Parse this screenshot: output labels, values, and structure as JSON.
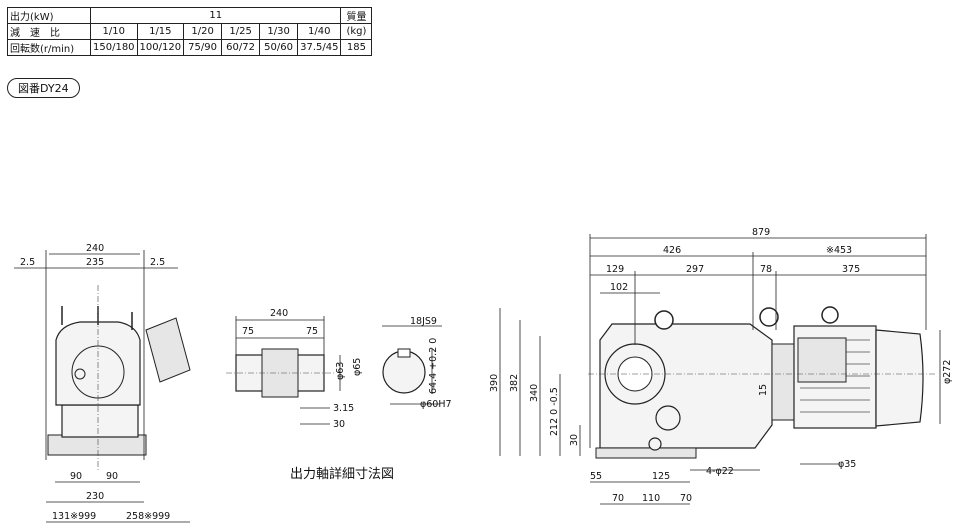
{
  "table": {
    "row1_label": "出力(kW)",
    "power": "11",
    "weight_label": "質量",
    "row2_label": "減　速　比",
    "ratios": [
      "1/10",
      "1/15",
      "1/20",
      "1/25",
      "1/30",
      "1/40"
    ],
    "weight_unit": "(kg)",
    "row3_label": "回転数(r/min)",
    "speeds": [
      "150/180",
      "100/120",
      "75/90",
      "60/72",
      "50/60",
      "37.5/45"
    ],
    "weight": "185"
  },
  "figure_id": "図番DY24",
  "shaft_detail_title": "出力軸詳細寸法図",
  "front_view": {
    "d240": "240",
    "d235": "235",
    "d25a": "2.5",
    "d25b": "2.5",
    "d90a": "90",
    "d90b": "90",
    "d230": "230",
    "d131": "131※999",
    "d258": "258※999"
  },
  "shaft_view": {
    "d240": "240",
    "d75a": "75",
    "d75b": "75",
    "d63": "φ63",
    "d65": "φ65",
    "d315": "3.15",
    "d30": "30",
    "d18": "18JS9",
    "d644": "64.4 +0.2 0",
    "d60": "φ60H7"
  },
  "side_view": {
    "d879": "879",
    "d426": "426",
    "d453": "※453",
    "d129": "129",
    "d297": "297",
    "d78": "78",
    "d375": "375",
    "d102": "102",
    "d390": "390",
    "d382": "382",
    "d340": "340",
    "d212": "212 0 -0.5",
    "d30": "30",
    "d15": "15",
    "d272": "φ272",
    "d55": "55",
    "d125": "125",
    "d4": "4-φ22",
    "d35": "φ35",
    "d70a": "70",
    "d110": "110",
    "d70b": "70"
  }
}
